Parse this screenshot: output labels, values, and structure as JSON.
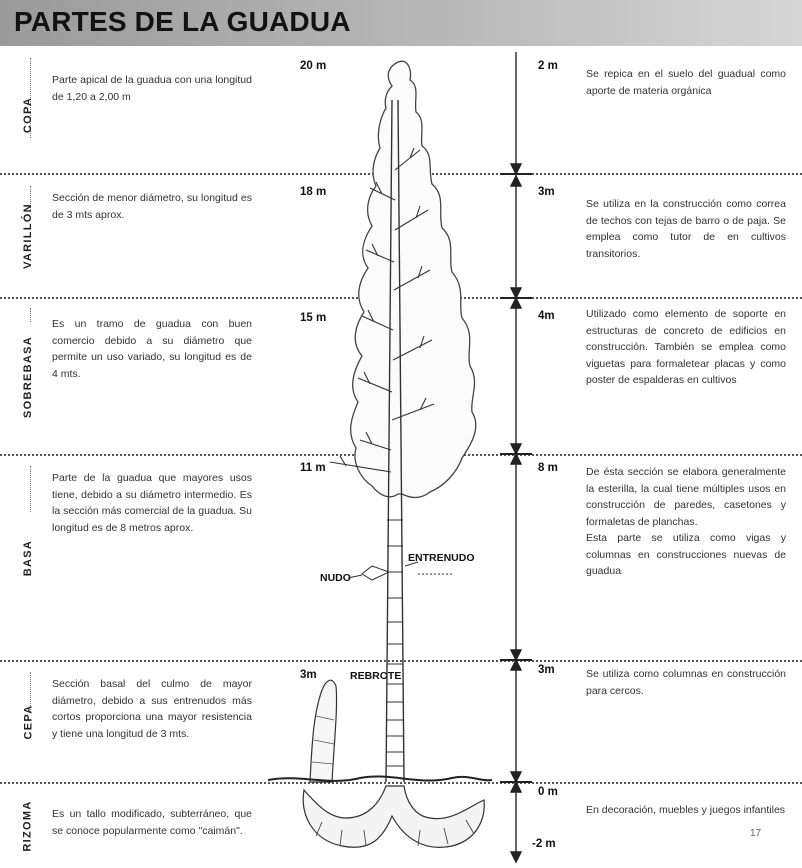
{
  "title": "PARTES DE LA GUADUA",
  "sections": [
    {
      "name": "COPA",
      "description": "Parte apical de la guadua con una longitud de 1,20 a 2,00 m",
      "height": "20 m",
      "segment": "2 m",
      "use": "Se repica en el suelo del guadual como aporte de materia orgánica"
    },
    {
      "name": "VARILLÓN",
      "description": "Sección de menor diámetro, su longitud es de 3 mts aprox.",
      "height": "18 m",
      "segment": "3m",
      "use": "Se utiliza en la construcción como correa de techos con tejas de barro o de paja. Se emplea como tutor de en cultivos transitorios."
    },
    {
      "name": "SOBREBASA",
      "description": "Es un tramo de guadua con buen comercio debido a su diámetro que permite un uso variado, su longitud es de 4 mts.",
      "height": "15 m",
      "segment": "4m",
      "use": "Utilizado como elemento de soporte en estructuras de concreto de edificios en construcción. También se emplea como viguetas para formaletear placas y como poster de espalderas en cultivos"
    },
    {
      "name": "BASA",
      "description": "Parte de la guadua que mayores usos tiene, debido a su diámetro intermedio. Es la sección más comercial de la guadua. Su longitud es de 8 metros aprox.",
      "height": "11 m",
      "segment": "8 m",
      "use": "De ésta sección se elabora generalmente la esterilla, la cual tiene múltiples usos en construcción de paredes, casetones y formaletas de planchas.\nEsta parte se utiliza como vigas y columnas en construcciones nuevas de guadua"
    },
    {
      "name": "CEPA",
      "description": "Sección basal del culmo de mayor diámetro, debido a sus entrenudos más cortos proporciona una mayor resistencia y tiene una longitud de 3 mts.",
      "height": "3m",
      "segment": "3m",
      "use": "Se utiliza como columnas en construcción para cercos."
    },
    {
      "name": "RIZOMA",
      "description": "Es un tallo modificado, subterráneo, que se conoce popularmente como \"caimán\".",
      "height": "",
      "segment": "0 m",
      "segment_bottom": "-2 m",
      "use": "En decoración, muebles y juegos infantiles"
    }
  ],
  "labels": {
    "nudo": "NUDO",
    "entrenudo": "ENTRENUDO",
    "rebrote": "REBROTE"
  },
  "page_number": "17",
  "colors": {
    "header_start": "#9a9a9a",
    "header_end": "#d6d6d6",
    "ink": "#222222"
  }
}
